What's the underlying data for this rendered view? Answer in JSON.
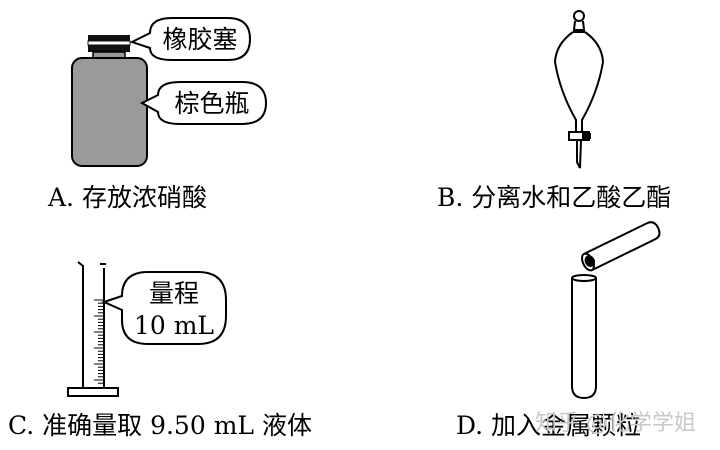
{
  "panels": {
    "a": {
      "caption": "A. 存放浓硝酸",
      "callouts": {
        "stopper": "橡胶塞",
        "bottle": "棕色瓶"
      }
    },
    "b": {
      "caption": "B. 分离水和乙酸乙酯"
    },
    "c": {
      "caption": "C. 准确量取 9.50 mL 液体",
      "callouts": {
        "range_line1": "量程",
        "range_line2": "10 mL"
      }
    },
    "d": {
      "caption": "D. 加入金属颗粒"
    }
  },
  "watermark": "知乎 @化学学姐",
  "colors": {
    "stroke": "#000000",
    "bottle_fill": "#9a9a9a",
    "stopper_fill": "#111111",
    "watermark": "#c8c8c8"
  },
  "icons": {
    "a": "brown-reagent-bottle-icon",
    "b": "separatory-funnel-icon",
    "c": "graduated-cylinder-icon",
    "d": "test-tube-with-granule-icon"
  }
}
